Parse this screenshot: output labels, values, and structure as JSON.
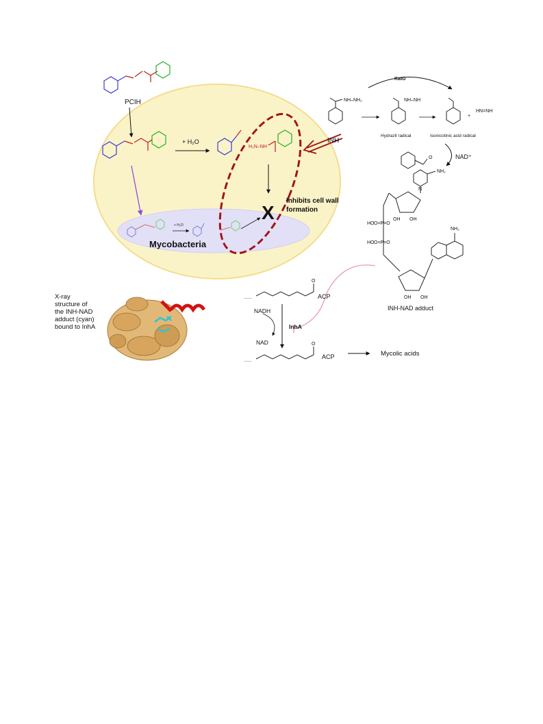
{
  "labels": {
    "pcih": "PCIH",
    "water": "+ H₂O",
    "water_small": "+ H₂O",
    "inh": "INH",
    "katg": "KatG",
    "hydrazil": "Hydrazil radical",
    "isonicotinic": "Isonicotinic acid radical",
    "nad_plus": "NAD⁺",
    "inhibits_line1": "Inhibits cell wall",
    "inhibits_line2": "formation",
    "x_mark": "X",
    "mycobacteria": "Mycobacteria",
    "nadh": "NADH",
    "nad": "NAD",
    "inha": "InhA",
    "acp_top": "ACP",
    "acp_bottom": "ACP",
    "mycolic": "Mycolic acids",
    "adduct": "INH-NAD adduct",
    "xray_caption": "X-ray structure of the INH-NAD adduct (cyan) bound to InhA",
    "nh_nh2": "NH–NH₂",
    "nh_nh": "NH–NH",
    "hn_nh": "HN=NH",
    "h2n_nh": "H₂N–NH",
    "nh_n": "NH",
    "o_label": "O",
    "n_label": "N",
    "nh2_label": "NH₂",
    "oh_label": "OH",
    "ho_label": "HO",
    "o_p_o": "O=P=O",
    "h_label": "H",
    "dots": "......"
  },
  "colors": {
    "cell_fill": "#fbf3c8",
    "cell_stroke": "#f3dd8e",
    "myco_fill": "#e2e0f7",
    "pcih_blue": "#3a3ad8",
    "pcih_red": "#c01818",
    "pcih_green": "#22b322",
    "dashed_red": "#a01515",
    "purple_arrow": "#8a4de0",
    "pink_line": "#e99aa9",
    "protein": "#d7a55e",
    "helix": "#d31212",
    "ligand": "#2cc4d4"
  }
}
